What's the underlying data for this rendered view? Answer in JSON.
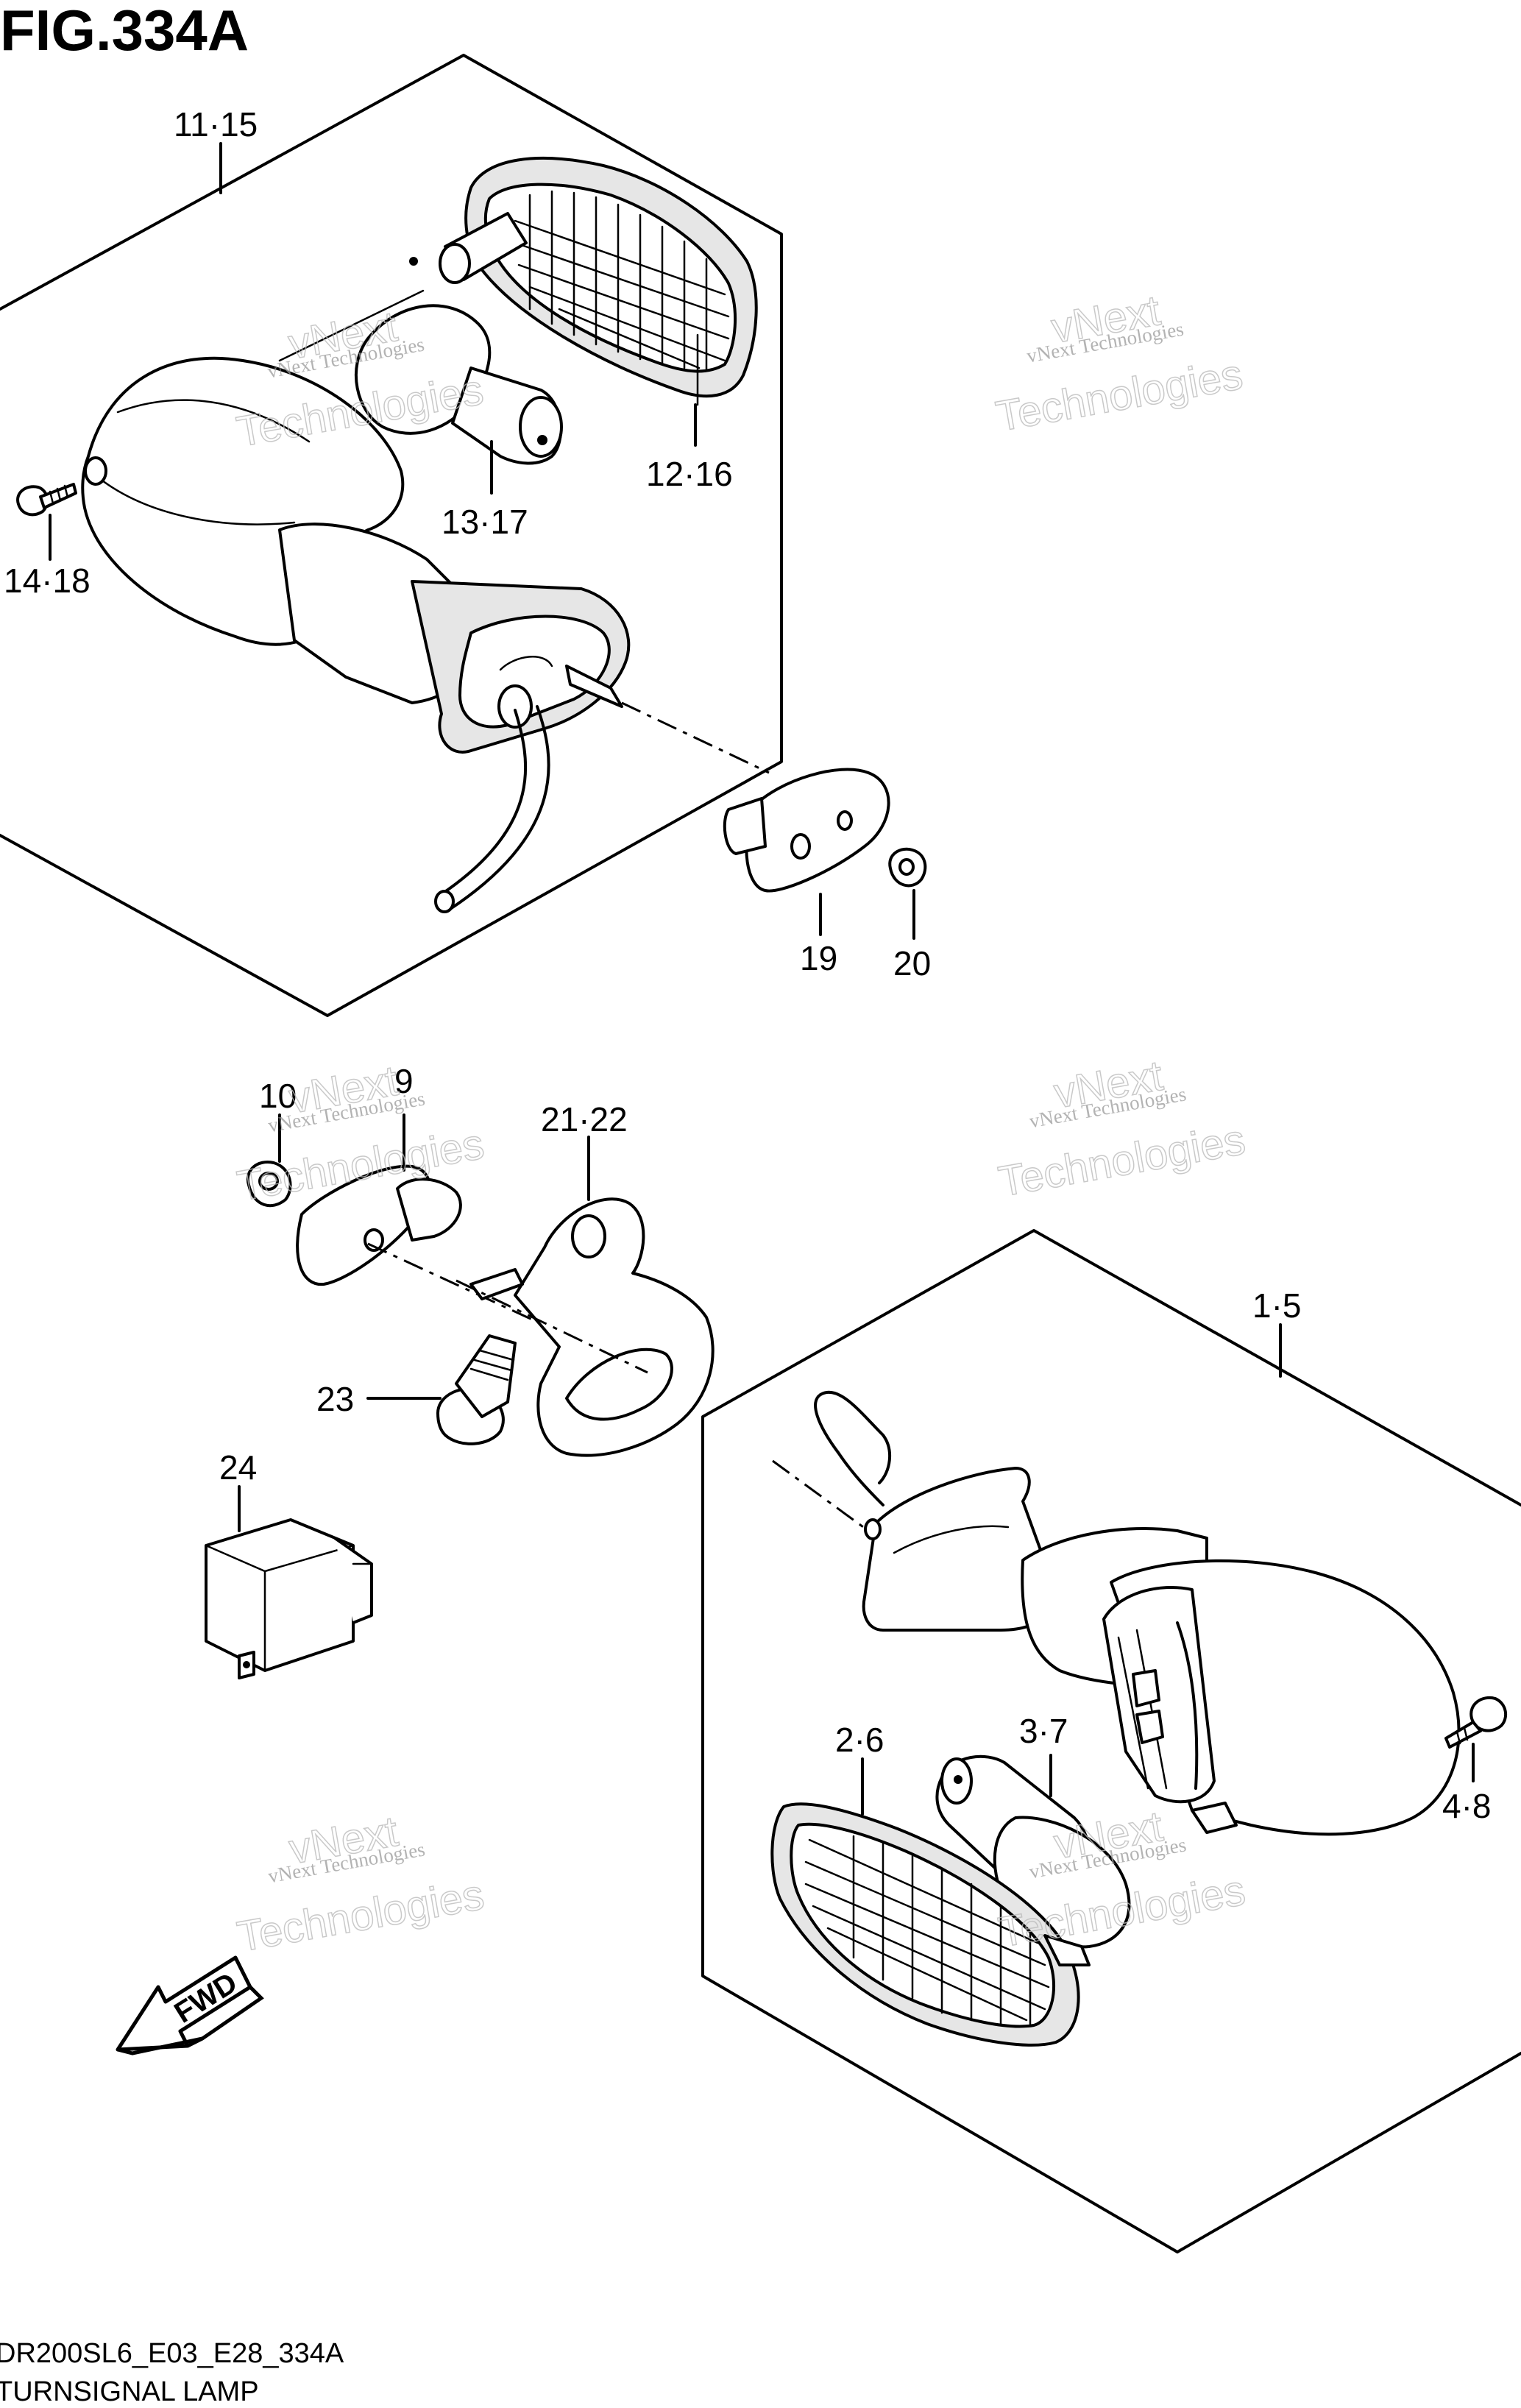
{
  "header": {
    "title": "FIG.334A"
  },
  "callouts": {
    "c_11_15": "11·15",
    "c_12_16": "12·16",
    "c_13_17": "13·17",
    "c_14_18": "14·18",
    "c_19": "19",
    "c_20": "20",
    "c_10": "10",
    "c_9": "9",
    "c_21_22": "21·22",
    "c_23": "23",
    "c_24": "24",
    "c_1_5": "1·5",
    "c_2_6": "2·6",
    "c_3_7": "3·7",
    "c_4_8": "4·8"
  },
  "fwd_label": "FWD",
  "watermark": {
    "line1": "vNext Technologies",
    "line2": "Technologies",
    "line3": "vNext"
  },
  "footer": {
    "code": "DR200SL6_E03_E28_334A",
    "name": "TURNSIGNAL LAMP"
  }
}
